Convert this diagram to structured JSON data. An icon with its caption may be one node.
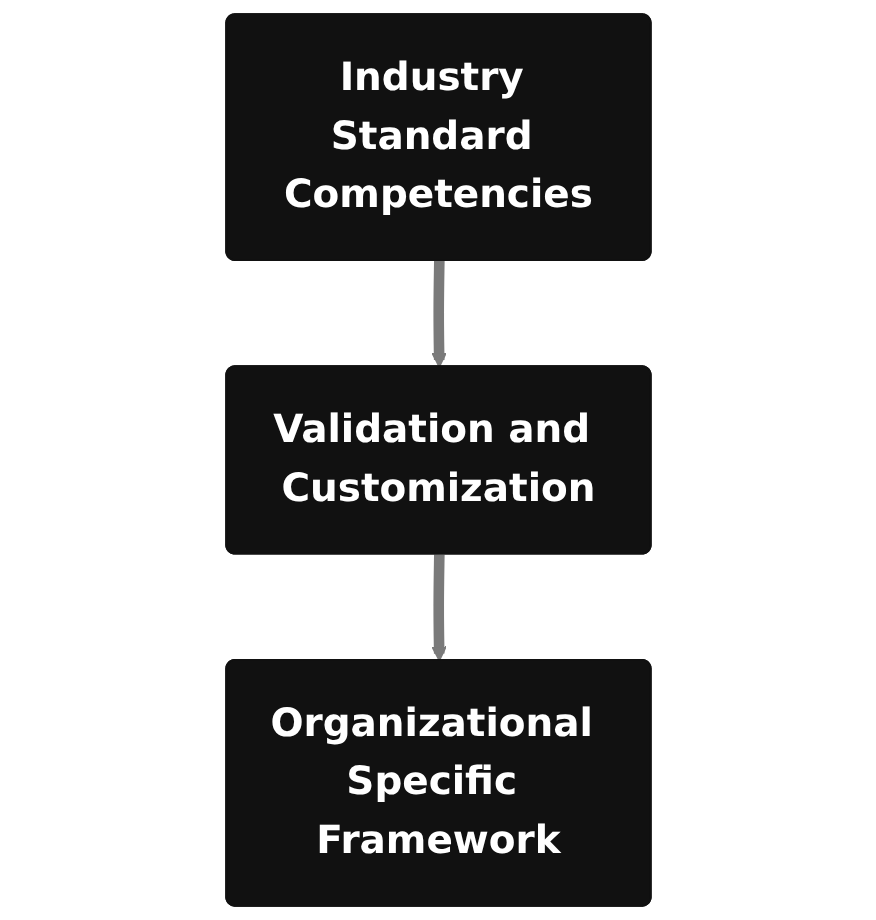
{
  "diagram": {
    "nodes": [
      {
        "text": [
          "Industry Standard Competencies"
        ]
      },
      {
        "text": [
          "Validation and Customization"
        ]
      },
      {
        "text": [
          "Organizational Specific Framework"
        ]
      }
    ],
    "edges": [
      {
        "from": 0,
        "to": 1,
        "arrow": "to"
      },
      {
        "from": 1,
        "to": 2,
        "arrow": "to"
      }
    ]
  }
}
